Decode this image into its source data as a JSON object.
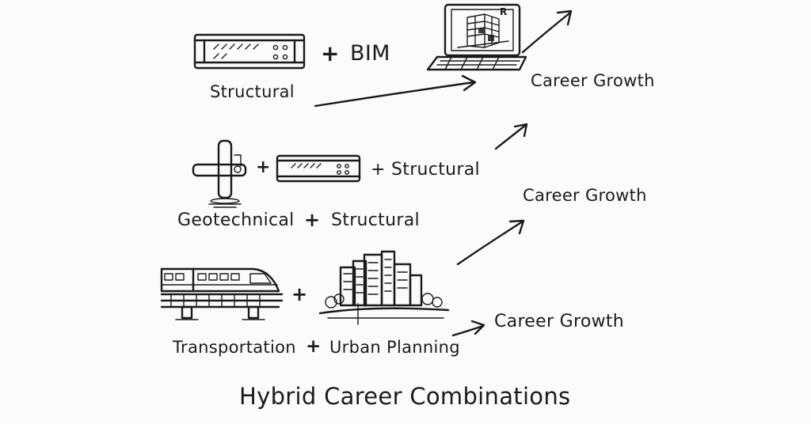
{
  "row1": {
    "label": "Structural",
    "plus": "+",
    "partner": "BIM",
    "outcome": "Career Growth",
    "laptop_mark": "R"
  },
  "row2": {
    "plus_small": "+",
    "plus_structural": "+ Structural",
    "label": "Geotechnical",
    "label_plus": "+",
    "label_partner": "Structural",
    "outcome": "Career Growth"
  },
  "row3": {
    "plus": "+",
    "label": "Transportation",
    "label_plus": "+",
    "label_partner": "Urban Planning",
    "outcome": "Career Growth"
  },
  "footer": {
    "title": "Hybrid Career Combinations"
  },
  "icons": [
    "steel-beam-icon",
    "laptop-bim-icon",
    "pile-foundation-icon",
    "train-viaduct-icon",
    "city-buildings-icon",
    "arrow-icon"
  ]
}
